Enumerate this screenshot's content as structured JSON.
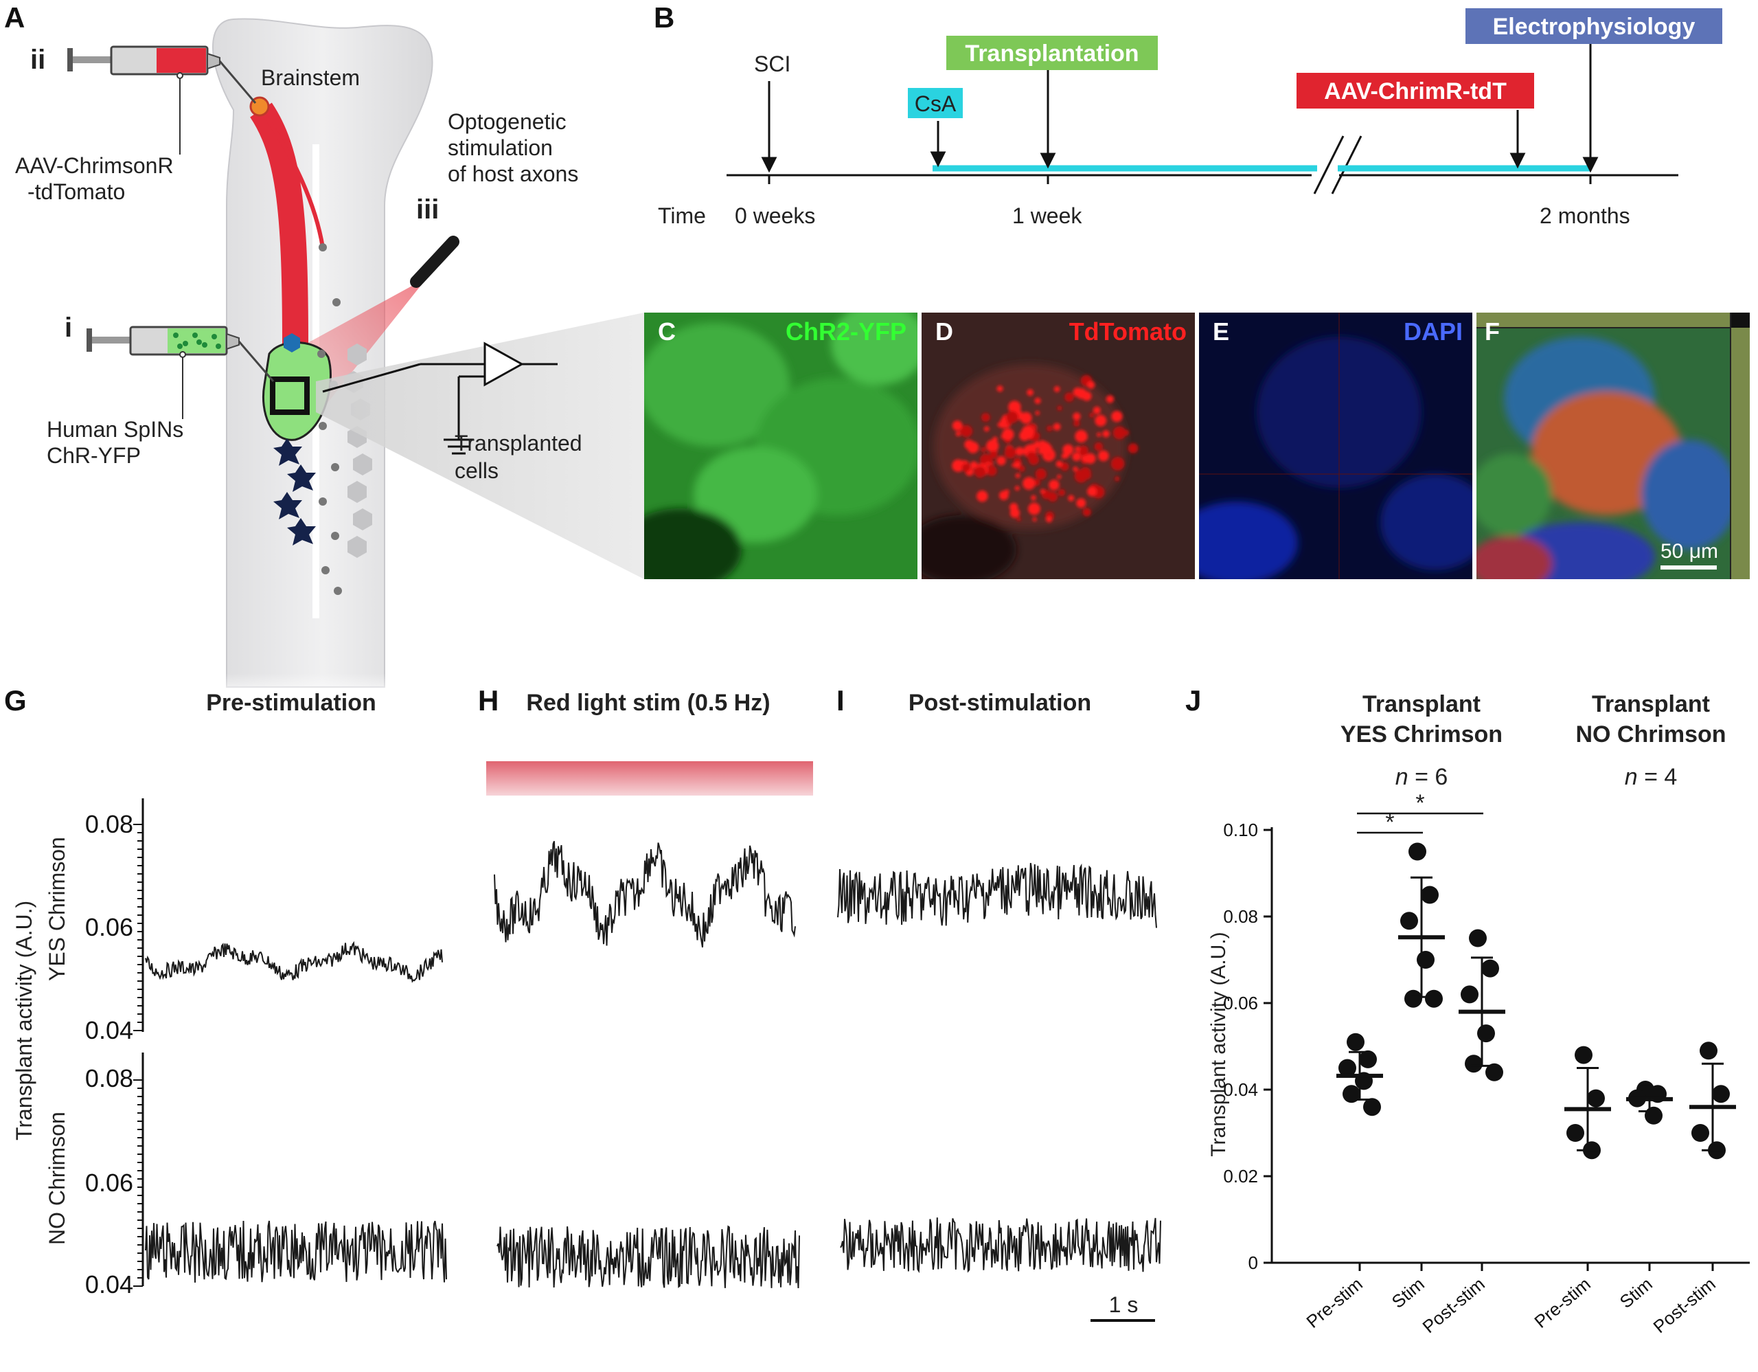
{
  "panel_letters": {
    "A": "A",
    "B": "B",
    "C": "C",
    "D": "D",
    "E": "E",
    "F": "F",
    "G": "G",
    "H": "H",
    "I": "I",
    "J": "J"
  },
  "schematic": {
    "label_ii": "ii",
    "label_i": "i",
    "label_iii": "iii",
    "brainstem": "Brainstem",
    "aav_line1": "AAV-ChrimsonR",
    "aav_line2": "-tdTomato",
    "opto_line1": "Optogenetic",
    "opto_line2": "stimulation",
    "opto_line3": "of host axons",
    "spin_line1": "Human SpINs",
    "spin_line2": "ChR-YFP",
    "cells_line1": "Transplanted",
    "cells_line2": "cells"
  },
  "timeline": {
    "sci": "SCI",
    "csa": "CsA",
    "transplantation": "Transplantation",
    "aav": "AAV-ChrimR-tdT",
    "ephys": "Electrophysiology",
    "time": "Time",
    "t0": "0 weeks",
    "t1": "1 week",
    "t2": "2 months",
    "colors": {
      "csa": "#2ad3e0",
      "transplant": "#7ec857",
      "aav": "#e0242f",
      "ephys": "#5d73b7"
    }
  },
  "micro": {
    "c_label": "ChR2-YFP",
    "d_label": "TdTomato",
    "e_label": "DAPI",
    "scale": "50 μm"
  },
  "traces": {
    "title_g": "Pre-stimulation",
    "title_h": "Red light stim (0.5 Hz)",
    "title_i": "Post-stimulation",
    "ylabel": "Transplant activity  (A.U.)",
    "row_yes": "YES Chrimson",
    "row_no": "NO Chrimson",
    "ticks_yes": [
      "0.08",
      "0.06",
      "0.04"
    ],
    "ticks_no": [
      "0.08",
      "0.06",
      "0.04"
    ],
    "scalebar": "1 s"
  },
  "chart_data": {
    "type": "scatter",
    "title": "",
    "ylabel": "Transplant activity (A.U.)",
    "ylim": [
      0,
      0.1
    ],
    "yticks": [
      "0",
      "0.02",
      "0.04",
      "0.06",
      "0.08",
      "0.10"
    ],
    "categories": [
      "Pre-stim",
      "Stim",
      "Post-stim",
      "Pre-stim",
      "Stim",
      "Post-stim"
    ],
    "groups": [
      {
        "line1": "Transplant",
        "line2": "YES Chrimson",
        "n_prefix": "n",
        "n_text": " = 6"
      },
      {
        "line1": "Transplant",
        "line2": "NO Chrimson",
        "n_prefix": "n",
        "n_text": " = 4"
      }
    ],
    "series": [
      {
        "points": [
          0.051,
          0.047,
          0.045,
          0.042,
          0.039,
          0.036
        ],
        "mean": 0.0432,
        "sd": 0.0055
      },
      {
        "points": [
          0.095,
          0.085,
          0.079,
          0.07,
          0.061,
          0.061
        ],
        "mean": 0.0752,
        "sd": 0.0138
      },
      {
        "points": [
          0.075,
          0.068,
          0.062,
          0.053,
          0.046,
          0.044
        ],
        "mean": 0.058,
        "sd": 0.0125
      },
      {
        "points": [
          0.048,
          0.038,
          0.03,
          0.026
        ],
        "mean": 0.0355,
        "sd": 0.0095
      },
      {
        "points": [
          0.04,
          0.039,
          0.038,
          0.034
        ],
        "mean": 0.0378,
        "sd": 0.0028
      },
      {
        "points": [
          0.049,
          0.039,
          0.03,
          0.026
        ],
        "mean": 0.036,
        "sd": 0.01
      }
    ],
    "significance": [
      {
        "from": 0,
        "to": 1,
        "label": "*"
      },
      {
        "from": 0,
        "to": 2,
        "label": "*"
      }
    ]
  }
}
